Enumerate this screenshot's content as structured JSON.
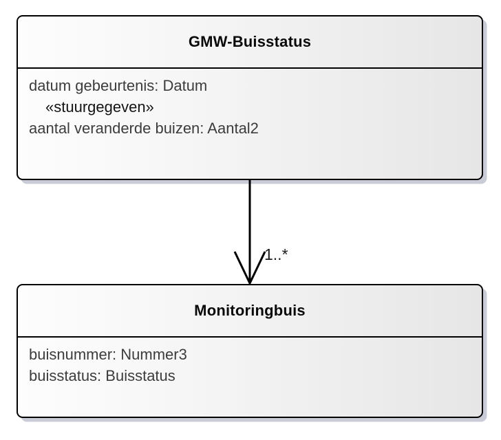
{
  "diagram": {
    "kind": "uml-class-diagram",
    "background_color": "#ffffff",
    "border_color": "#000000",
    "text_color": "#3c3c3c",
    "title_color": "#0a0a0a",
    "shadow_color": "#c9ccd6"
  },
  "classes": [
    {
      "id": "gmw-buisstatus",
      "name": "GMW-Buisstatus",
      "attributes": [
        {
          "text": "datum gebeurtenis: Datum",
          "stereotype": false
        },
        {
          "text": "«stuurgegeven»",
          "stereotype": true
        },
        {
          "text": "aantal veranderde buizen: Aantal2",
          "stereotype": false
        }
      ]
    },
    {
      "id": "monitoringbuis",
      "name": "Monitoringbuis",
      "attributes": [
        {
          "text": "buisnummer: Nummer3",
          "stereotype": false
        },
        {
          "text": "buisstatus: Buisstatus",
          "stereotype": false
        }
      ]
    }
  ],
  "associations": [
    {
      "id": "gmw-buisstatus-to-monitoringbuis",
      "source": "gmw-buisstatus",
      "target": "monitoringbuis",
      "multiplicity": "1..*",
      "arrowhead": "open",
      "direction": "down"
    }
  ]
}
